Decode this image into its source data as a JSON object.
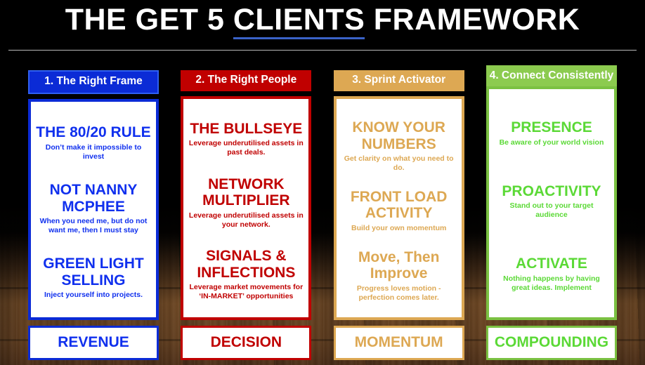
{
  "title": {
    "before": "THE GET 5 ",
    "underlined": "CLIENTS",
    "after": " FRAMEWORK"
  },
  "colors": {
    "background": "#000000",
    "wood": "#6b4423",
    "title_text": "#ffffff",
    "title_underline": "#3a63c8",
    "divider": "#b9b9b9",
    "blue": "#0B2BD6",
    "blue_text": "#1030EE",
    "red": "#C00000",
    "tan": "#DDA853",
    "green_header": "#8CCB4F",
    "green_border": "#7BC142",
    "green_text": "#5BD936"
  },
  "columns": [
    {
      "header": "1. The Right Frame",
      "accent": "#0B2BD6",
      "footer": "REVENUE",
      "items": [
        {
          "title": "THE 80/20 RULE",
          "sub": "Don’t make it impossible to invest"
        },
        {
          "title": "NOT NANNY MCPHEE",
          "sub": "When you need me, but do not want me, then I must stay"
        },
        {
          "title": "GREEN LIGHT SELLING",
          "sub": "Inject yourself into projects."
        }
      ]
    },
    {
      "header": "2. The Right People",
      "accent": "#C00000",
      "footer": "DECISION",
      "items": [
        {
          "title": "THE BULLSEYE",
          "sub": "Leverage underutilised assets in past deals."
        },
        {
          "title": "NETWORK MULTIPLIER",
          "sub": "Leverage underutilised assets in your network."
        },
        {
          "title": "SIGNALS & INFLECTIONS",
          "sub": "Leverage market movements for ‘IN-MARKET’ opportunities"
        }
      ]
    },
    {
      "header": "3. Sprint Activator",
      "accent": "#DDA853",
      "footer": "MOMENTUM",
      "items": [
        {
          "title": "KNOW YOUR NUMBERS",
          "sub": "Get clarity on what you need to do."
        },
        {
          "title": "FRONT LOAD ACTIVITY",
          "sub": "Build your own momentum"
        },
        {
          "title": "Move, Then Improve",
          "sub": "Progress loves motion - perfection comes later."
        }
      ]
    },
    {
      "header": "4. Connect Consistently",
      "accent": "#7BC142",
      "footer": "COMPOUNDING",
      "items": [
        {
          "title": "PRESENCE",
          "sub": "Be aware of your world vision"
        },
        {
          "title": "PROACTIVITY",
          "sub": "Stand out to your target audience"
        },
        {
          "title": "ACTIVATE",
          "sub": "Nothing happens by having great ideas. Implement"
        }
      ]
    }
  ]
}
